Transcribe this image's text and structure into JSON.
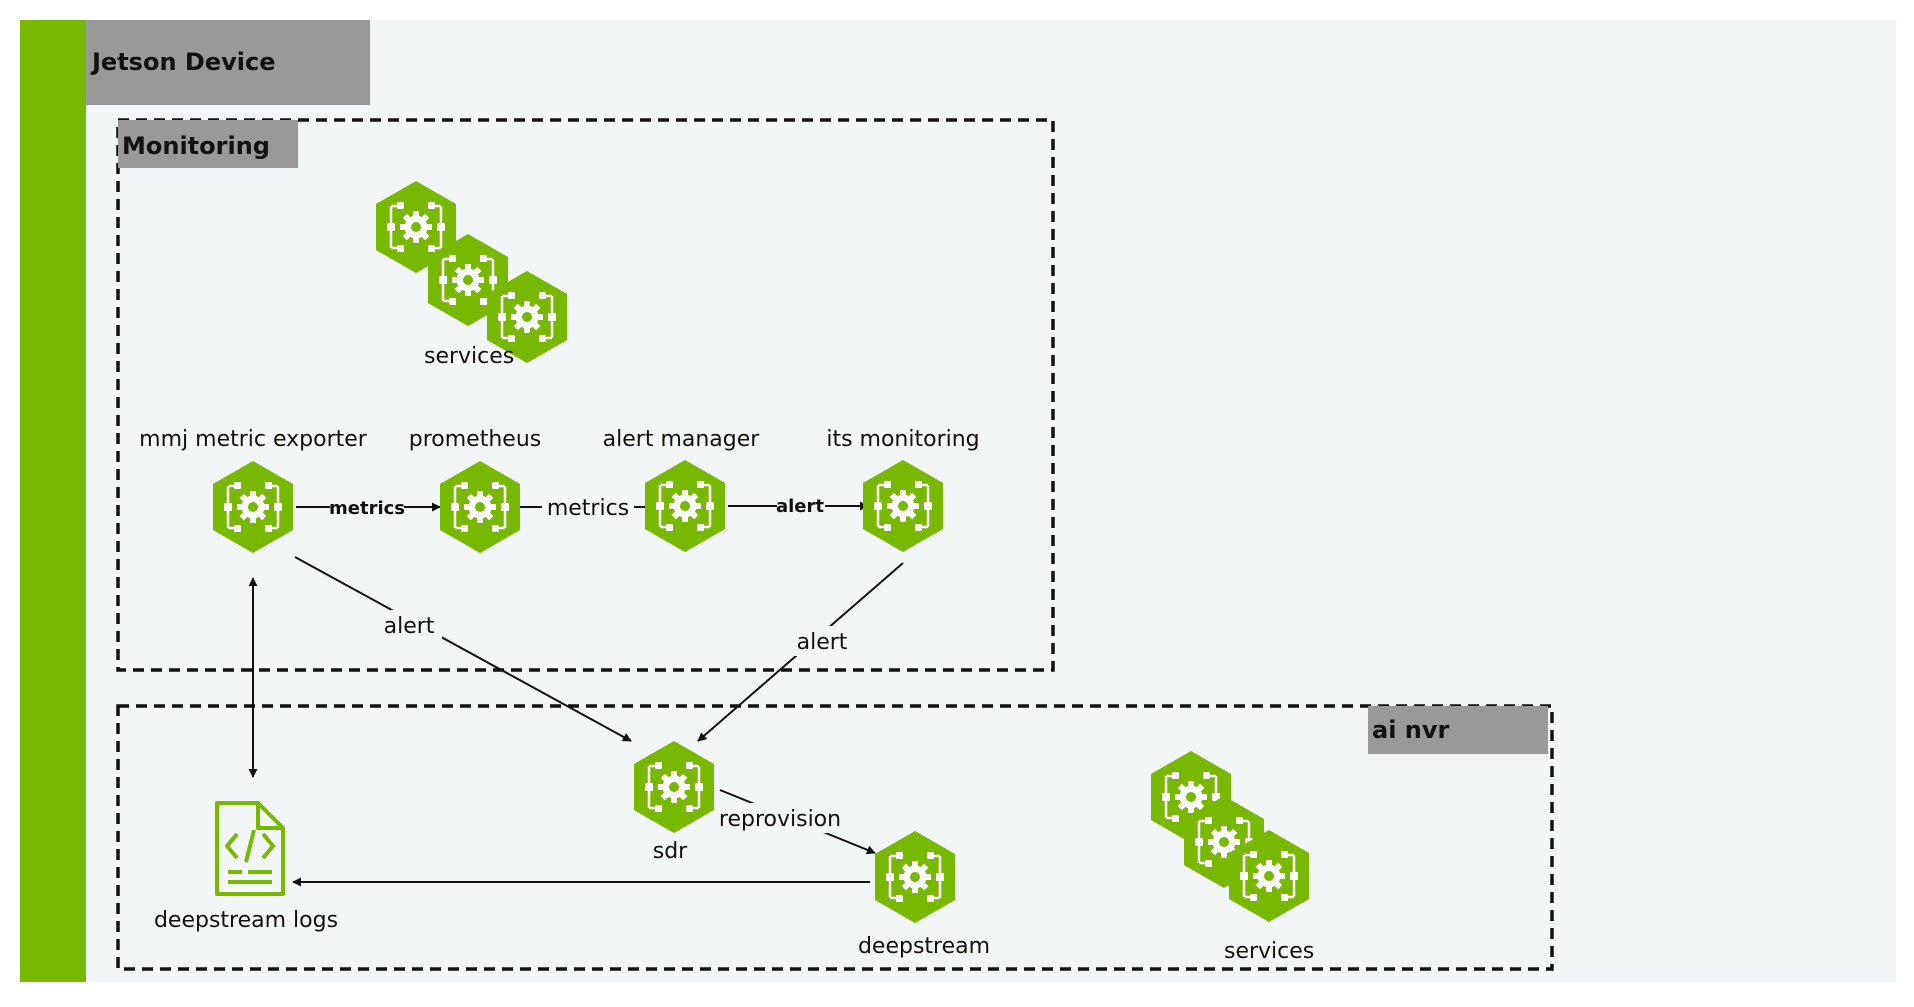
{
  "colors": {
    "brand": "#76b900",
    "panel": "#f2f6f7",
    "header": "#999999",
    "line": "#111111",
    "text": "#111111"
  },
  "device": {
    "title": "Jetson Device"
  },
  "groups": {
    "monitoring": {
      "title": "Monitoring",
      "services_label": "services"
    },
    "ainvr": {
      "title": "ai nvr",
      "services_label": "services"
    }
  },
  "nodes": {
    "exporter": {
      "label": "mmj metric exporter",
      "icon": "microservice-hexagon-icon"
    },
    "prometheus": {
      "label": "prometheus",
      "icon": "microservice-hexagon-icon"
    },
    "alertmanager": {
      "label": "alert manager",
      "icon": "microservice-hexagon-icon"
    },
    "itsmonitoring": {
      "label": "its monitoring",
      "icon": "microservice-hexagon-icon"
    },
    "sdr": {
      "label": "sdr",
      "icon": "microservice-hexagon-icon"
    },
    "deepstream": {
      "label": "deepstream",
      "icon": "microservice-hexagon-icon"
    },
    "logs": {
      "label": "deepstream logs",
      "icon": "code-file-icon"
    }
  },
  "edges": {
    "exporter_prometheus": "metrics",
    "prometheus_alertmanager": "metrics",
    "alertmanager_its": "alert",
    "exporter_sdr": "alert",
    "its_sdr": "alert",
    "sdr_deepstream": "reprovision"
  }
}
